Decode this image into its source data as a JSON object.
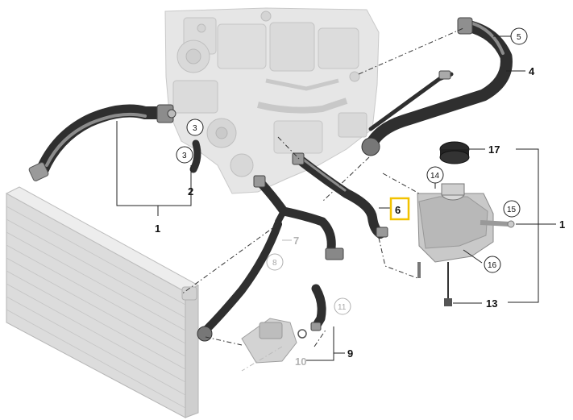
{
  "callouts": {
    "n1": "1",
    "n2": "2",
    "n3a": "3",
    "n3b": "3",
    "n4": "4",
    "n5": "5",
    "n6": "6",
    "n7": "7",
    "n8": "8",
    "n9": "9",
    "n10": "10",
    "n11": "11",
    "n13": "13",
    "n14": "14",
    "n15": "15",
    "n16": "16",
    "n17": "17",
    "n1_right": "1"
  },
  "colors": {
    "highlight_box": "#f2c200",
    "hose": "#2f2f2f",
    "engine": "#e2e2e2",
    "radiator": "#d6d6d6",
    "faded_text": "#b3b3b3"
  }
}
